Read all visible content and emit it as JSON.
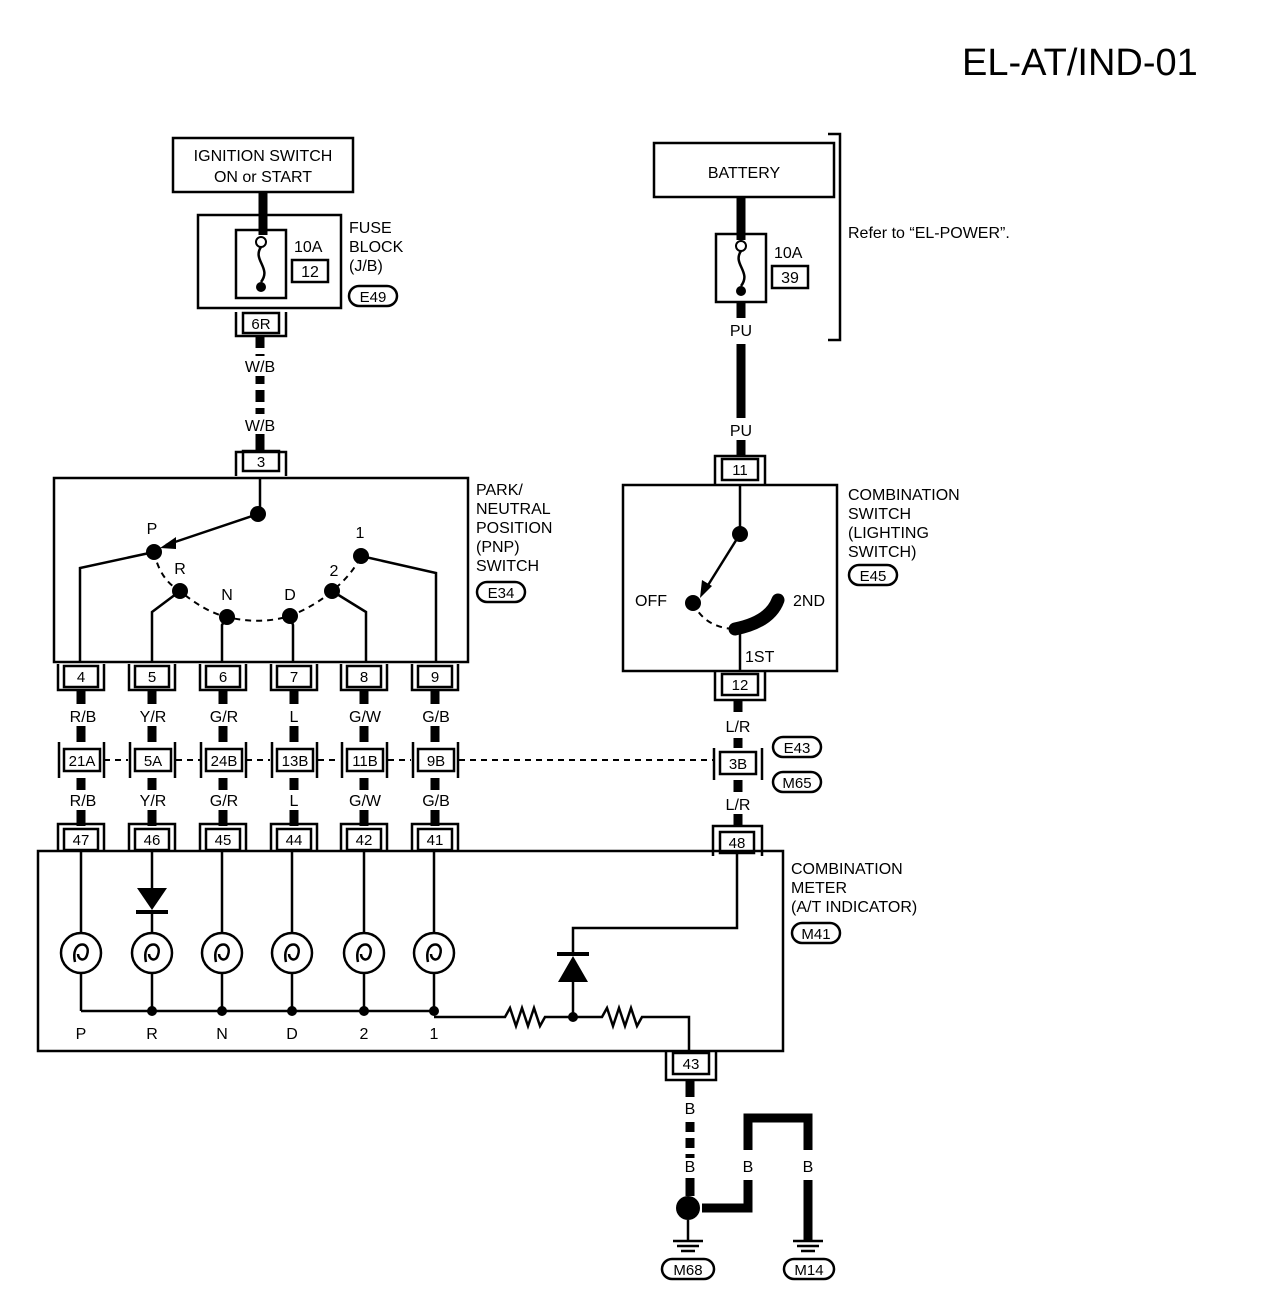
{
  "diagram_code": "EL-AT/IND-01",
  "ignition_switch": {
    "line1": "IGNITION SWITCH",
    "line2": "ON or START"
  },
  "battery": {
    "label": "BATTERY"
  },
  "refer_note": "Refer to “EL-POWER”.",
  "fuse_block": {
    "line1": "FUSE",
    "line2": "BLOCK",
    "line3": "(J/B)",
    "connector": "E49",
    "fuse_left": {
      "rating": "10A",
      "number": "12",
      "terminal": "6R"
    },
    "fuse_right": {
      "rating": "10A",
      "number": "39"
    }
  },
  "pnp_switch": {
    "line1": "PARK/",
    "line2": "NEUTRAL",
    "line3": "POSITION",
    "line4": "(PNP)",
    "line5": "SWITCH",
    "connector": "E34",
    "input_terminal": "3",
    "positions": [
      "P",
      "R",
      "N",
      "D",
      "2",
      "1"
    ],
    "terminals": [
      "4",
      "5",
      "6",
      "7",
      "8",
      "9"
    ]
  },
  "combination_switch": {
    "line1": "COMBINATION",
    "line2": "SWITCH",
    "line3": "(LIGHTING",
    "line4": "SWITCH)",
    "connector": "E45",
    "input_terminal": "11",
    "output_terminal": "12",
    "pos_off": "OFF",
    "pos_1st": "1ST",
    "pos_2nd": "2ND"
  },
  "combination_meter": {
    "line1": "COMBINATION",
    "line2": "METER",
    "line3": "(A/T INDICATOR)",
    "connector": "M41",
    "terminals": [
      "47",
      "46",
      "45",
      "44",
      "42",
      "41"
    ],
    "illum_terminal": "48",
    "ground_terminal": "43",
    "lamp_labels": [
      "P",
      "R",
      "N",
      "D",
      "2",
      "1"
    ]
  },
  "wires": {
    "fuse_to_pnp": [
      "W/B",
      "W/B"
    ],
    "battery_to_switch": [
      "PU",
      "PU"
    ],
    "pnp_upper": [
      "R/B",
      "Y/R",
      "G/R",
      "L",
      "G/W",
      "G/B"
    ],
    "pnp_lower": [
      "R/B",
      "Y/R",
      "G/R",
      "L",
      "G/W",
      "G/B"
    ],
    "illum_upper": "L/R",
    "illum_lower": "L/R",
    "ground": [
      "B",
      "B",
      "B",
      "B"
    ]
  },
  "harness_connectors": {
    "pnp_row": [
      "21A",
      "5A",
      "24B",
      "13B",
      "11B",
      "9B"
    ],
    "illum": "3B",
    "illum_tags": [
      "E43",
      "M65"
    ]
  },
  "grounds": [
    "M68",
    "M14"
  ]
}
